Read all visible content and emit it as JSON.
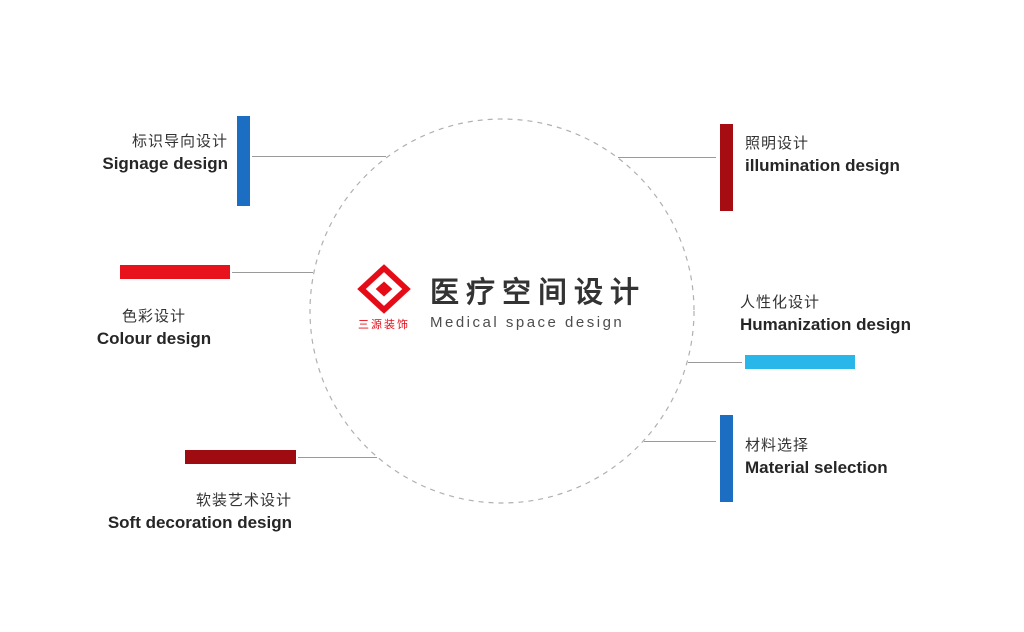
{
  "center": {
    "title": "医疗空间设计",
    "subtitle": "Medical space design",
    "logo_caption": "三源装饰",
    "logo_color": "#e60c17",
    "circle_color": "#b0b0b0"
  },
  "items": [
    {
      "id": "signage",
      "zh": "标识导向设计",
      "en": "Signage design",
      "bar_color": "#1b6ec2",
      "bar_orientation": "vertical",
      "side": "left"
    },
    {
      "id": "colour",
      "zh": "色彩设计",
      "en": "Colour design",
      "bar_color": "#e8121d",
      "bar_orientation": "horizontal",
      "side": "left"
    },
    {
      "id": "soft-decoration",
      "zh": "软装艺术设计",
      "en": "Soft decoration design",
      "bar_color": "#9e0b10",
      "bar_orientation": "horizontal",
      "side": "left"
    },
    {
      "id": "illumination",
      "zh": "照明设计",
      "en": "illumination design",
      "bar_color": "#a50d12",
      "bar_orientation": "vertical",
      "side": "right"
    },
    {
      "id": "humanization",
      "zh": "人性化设计",
      "en": "Humanization design",
      "bar_color": "#29b7ea",
      "bar_orientation": "horizontal",
      "side": "right"
    },
    {
      "id": "material",
      "zh": "材料选择",
      "en": "Material selection",
      "bar_color": "#1b6ec2",
      "bar_orientation": "vertical",
      "side": "right"
    }
  ]
}
